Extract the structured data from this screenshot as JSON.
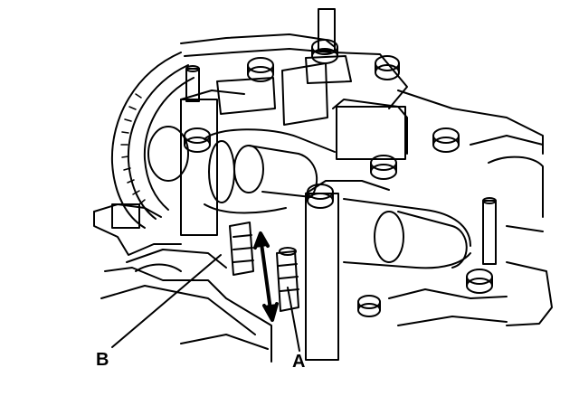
{
  "diagram": {
    "callouts": [
      {
        "id": "B",
        "text": "B"
      },
      {
        "id": "A",
        "text": "A"
      }
    ]
  }
}
